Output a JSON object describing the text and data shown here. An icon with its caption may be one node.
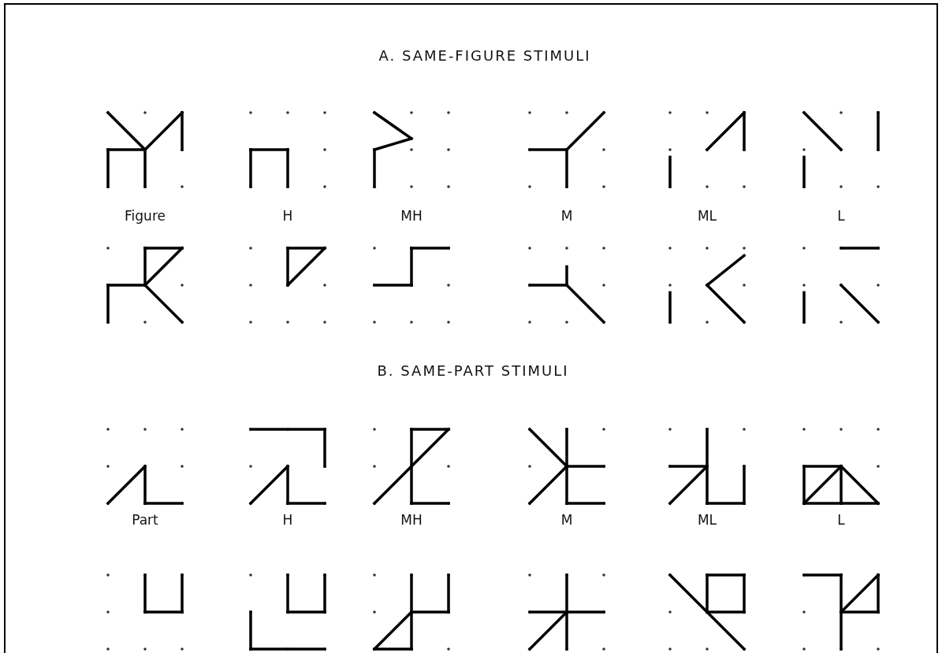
{
  "diagram": {
    "labels": [
      "A. SAME-FIGURE STIMULI",
      "Figure",
      "H",
      "MH",
      "M",
      "ML",
      "L",
      "B. SAME-PART STIMULI",
      "Part",
      "H",
      "MH",
      "M",
      "ML",
      "L"
    ]
  }
}
